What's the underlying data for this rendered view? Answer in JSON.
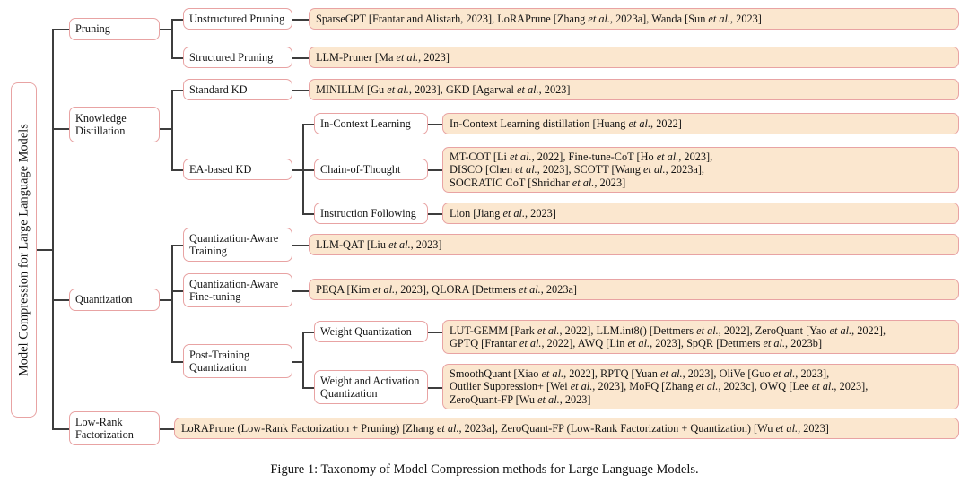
{
  "figure": {
    "caption": "Figure 1: Taxonomy of Model Compression methods for Large Language Models.",
    "root_label": "Model Compression for Large Language Models",
    "colors": {
      "leaf_fill": "#fbe7cf",
      "box_border": "#e8a3a3",
      "category_fill": "#ffffff",
      "line": "#3d3d3d",
      "text": "#141414",
      "background": "#ffffff"
    }
  },
  "nodes": {
    "pruning": "Pruning",
    "unstructured_pruning": "Unstructured Pruning",
    "structured_pruning": "Structured Pruning",
    "knowledge_distillation": "Knowledge\nDistillation",
    "standard_kd": "Standard KD",
    "ea_based_kd": "EA-based KD",
    "in_context_learning": "In-Context Learning",
    "chain_of_thought": "Chain-of-Thought",
    "instruction_following": "Instruction Following",
    "quantization": "Quantization",
    "quantization_aware_training": "Quantization-Aware\nTraining",
    "quantization_aware_finetuning": "Quantization-Aware\nFine-tuning",
    "post_training_quantization": "Post-Training\nQuantization",
    "weight_quantization": "Weight Quantization",
    "weight_and_activation_quantization": "Weight and Activation\nQuantization",
    "low_rank_factorization": "Low-Rank\nFactorization"
  },
  "leaves": {
    "unstructured_pruning_methods": "SparseGPT [Frantar and Alistarh, 2023], LoRAPrune [Zhang et al., 2023a], Wanda [Sun et al., 2023]",
    "structured_pruning_methods": "LLM-Pruner [Ma et al., 2023]",
    "standard_kd_methods": "MINILLM [Gu et al., 2023], GKD [Agarwal et al., 2023]",
    "in_context_learning_methods": "In-Context Learning distillation [Huang et al., 2022]",
    "chain_of_thought_methods": "MT-COT [Li et al., 2022], Fine-tune-CoT [Ho et al., 2023],\nDISCO [Chen et al., 2023], SCOTT [Wang et al., 2023a],\nSOCRATIC CoT [Shridhar et al., 2023]",
    "instruction_following_methods": "Lion [Jiang et al., 2023]",
    "quantization_aware_training_methods": "LLM-QAT [Liu et al., 2023]",
    "quantization_aware_finetuning_methods": "PEQA [Kim et al., 2023], QLORA [Dettmers et al., 2023a]",
    "weight_quantization_methods": "LUT-GEMM [Park et al., 2022], LLM.int8() [Dettmers et al., 2022], ZeroQuant [Yao et al., 2022],\nGPTQ [Frantar et al., 2022], AWQ [Lin et al., 2023], SpQR [Dettmers et al., 2023b]",
    "weight_and_activation_quantization_methods": "SmoothQuant [Xiao et al., 2022], RPTQ [Yuan et al., 2023], OliVe [Guo et al., 2023],\nOutlier Suppression+ [Wei et al., 2023], MoFQ [Zhang et al., 2023c], OWQ [Lee et al., 2023],\nZeroQuant-FP [Wu et al., 2023]",
    "low_rank_factorization_methods": "LoRAPrune (Low-Rank Factorization + Pruning) [Zhang et al., 2023a], ZeroQuant-FP (Low-Rank Factorization + Quantization) [Wu et al., 2023]"
  }
}
